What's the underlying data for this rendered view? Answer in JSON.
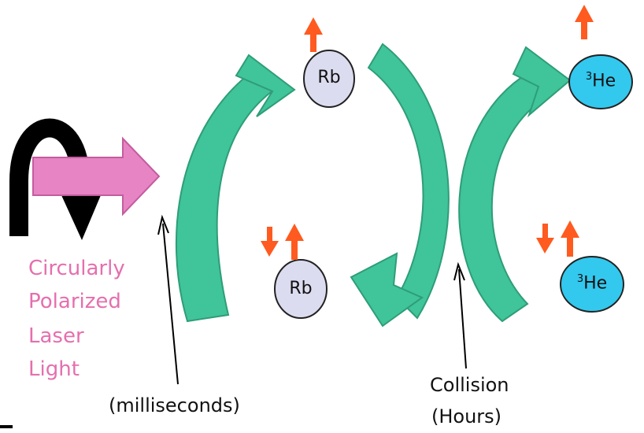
{
  "laser": {
    "lines": [
      "Circularly",
      "Polarized",
      "Laser",
      "Light"
    ],
    "color": "#e56fae"
  },
  "timescales": {
    "optical_pumping": "(milliseconds)",
    "collision_line1": "Collision",
    "collision_line2": "(Hours)"
  },
  "atoms": {
    "rb_polarized": "Rb",
    "rb_unpolarized": "Rb",
    "he3_polarized_sup": "3",
    "he3_polarized_base": "He",
    "he3_unpolarized_sup": "3",
    "he3_unpolarized_base": "He"
  },
  "colors": {
    "cycle_arrow": "#40c49a",
    "spin_arrow": "#ff5a1f",
    "rb_fill": "#dcdcf0",
    "he3_fill": "#33c8ee",
    "laser_arrow": "#e785c4"
  }
}
